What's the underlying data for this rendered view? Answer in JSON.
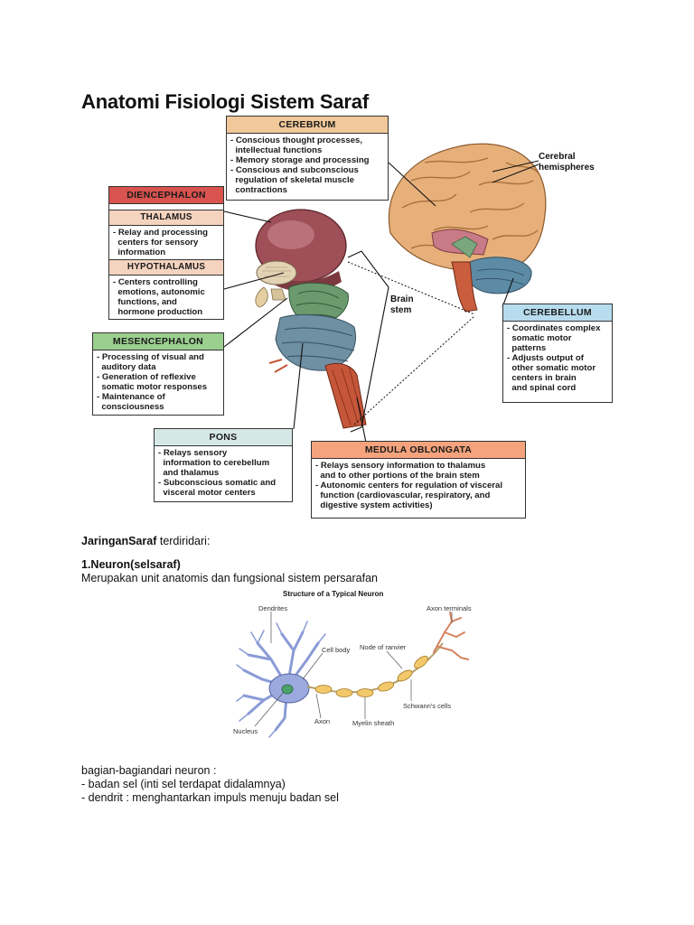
{
  "page_title": "Anatomi Fisiologi Sistem Saraf",
  "brain_figure": {
    "cerebrum": {
      "heading": "CEREBRUM",
      "lines": [
        "- Conscious thought processes,",
        "  intellectual functions",
        "- Memory storage and processing",
        "- Conscious and subconscious",
        "  regulation of skeletal muscle",
        "  contractions"
      ]
    },
    "cerebral_label": [
      "Cerebral",
      "hemispheres"
    ],
    "diencephalon": {
      "heading": "DIENCEPHALON",
      "thalamus_heading": "THALAMUS",
      "thalamus_lines": [
        "- Relay and processing",
        "  centers for sensory",
        "  information"
      ],
      "hypothalamus_heading": "HYPOTHALAMUS",
      "hypothalamus_lines": [
        "- Centers controlling",
        "  emotions, autonomic",
        "  functions, and",
        "  hormone production"
      ]
    },
    "brain_stem_label": [
      "Brain",
      "stem"
    ],
    "mesencephalon": {
      "heading": "MESENCEPHALON",
      "lines": [
        "- Processing of visual and",
        "  auditory data",
        "- Generation of reflexive",
        "  somatic motor responses",
        "- Maintenance of",
        "  consciousness"
      ]
    },
    "cerebellum": {
      "heading": "CEREBELLUM",
      "lines": [
        "- Coordinates complex",
        "  somatic motor",
        "  patterns",
        "- Adjusts output of",
        "  other somatic motor",
        "  centers in brain",
        "  and spinal cord"
      ]
    },
    "pons": {
      "heading": "PONS",
      "lines": [
        "- Relays sensory",
        "  information to cerebellum",
        "  and thalamus",
        "- Subconscious somatic and",
        "  visceral motor centers"
      ]
    },
    "medula": {
      "heading": "MEDULA OBLONGATA",
      "lines": [
        "- Relays sensory information to thalamus",
        "  and to other portions of the brain stem",
        "- Autonomic centers for regulation of visceral",
        "  function (cardiovascular, respiratory, and",
        "  digestive system activities)"
      ]
    }
  },
  "jaringan": {
    "bold": "JaringanSaraf",
    "rest": " terdiridari:"
  },
  "neuron_heading": "1.Neuron(selsaraf)",
  "neuron_desc": "Merupakan unit anatomis dan fungsional sistem persarafan",
  "neuron_figure": {
    "title": "Structure of a Typical Neuron",
    "labels": {
      "dendrites": "Dendrites",
      "axon_terminals": "Axon terminals",
      "cell_body": "Cell body",
      "node_of_ranvier": "Node of ranvier",
      "schwanns_cells": "Schwann's cells",
      "nucleus": "Nucleus",
      "axon": "Axon",
      "myelin_sheath": "Myelin sheath"
    }
  },
  "parts_intro": "bagian-bagiandari neuron :",
  "parts": [
    "- badan sel (inti sel terdapat didalamnya)",
    "- dendrit : menghantarkan impuls menuju badan sel"
  ],
  "colors": {
    "cerebrum_header": "#f0c89a",
    "diencephalon_header": "#d9534f",
    "thalamus_header": "#f4d3bf",
    "mesencephalon_header": "#9bcf8f",
    "cerebellum_header": "#b7dcee",
    "pons_header": "#d6e8e6",
    "medula_header": "#f4a37c"
  }
}
